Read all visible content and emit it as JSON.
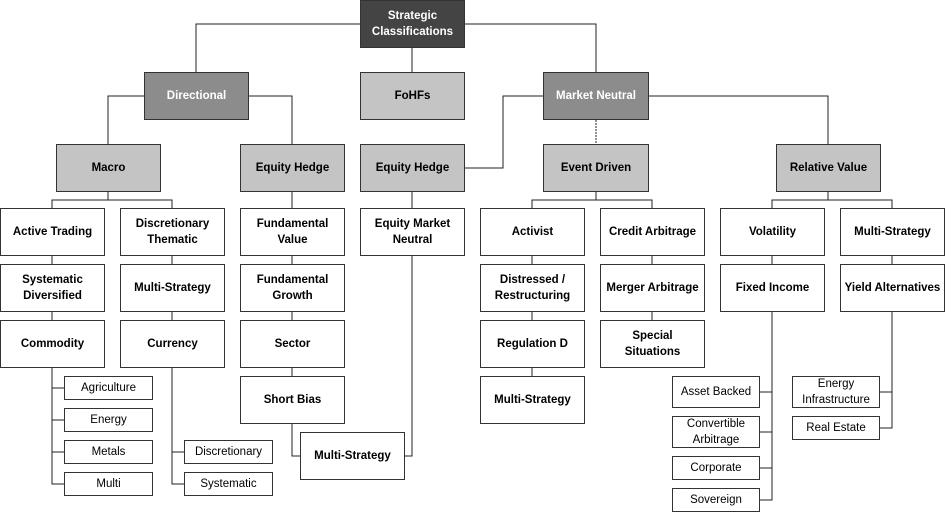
{
  "root": {
    "label": "Strategic Classifications"
  },
  "level1": {
    "directional": "Directional",
    "fohfs": "FoHFs",
    "market_neutral": "Market Neutral"
  },
  "level2": {
    "macro": "Macro",
    "equity_hedge_dir": "Equity Hedge",
    "equity_hedge_mn": "Equity Hedge",
    "event_driven": "Event Driven",
    "relative_value": "Relative Value"
  },
  "macro_strategies": {
    "active_trading": "Active Trading",
    "systematic_diversified": "Systematic Diversified",
    "commodity": "Commodity",
    "discretionary_thematic": "Discretionary Thematic",
    "multi_strategy": "Multi-Strategy",
    "currency": "Currency"
  },
  "commodity_subs": [
    "Agriculture",
    "Energy",
    "Metals",
    "Multi"
  ],
  "currency_subs": [
    "Discretionary",
    "Systematic"
  ],
  "equity_hedge_strategies": {
    "fundamental_value": "Fundamental Value",
    "fundamental_growth": "Fundamental Growth",
    "sector": "Sector",
    "short_bias": "Short Bias",
    "multi_strategy": "Multi-Strategy",
    "equity_market_neutral": "Equity Market Neutral"
  },
  "event_driven_strategies": {
    "activist": "Activist",
    "distressed": "Distressed / Restructuring",
    "regulation_d": "Regulation  D",
    "multi_strategy": "Multi-Strategy",
    "credit_arbitrage": "Credit Arbitrage",
    "merger_arbitrage": "Merger Arbitrage",
    "special_situations": "Special Situations"
  },
  "relative_value_strategies": {
    "volatility": "Volatility",
    "fixed_income": "Fixed Income",
    "multi_strategy": "Multi-Strategy",
    "yield_alternatives": "Yield Alternatives"
  },
  "fixed_income_subs": [
    "Asset Backed",
    "Convertible Arbitrage",
    "Corporate",
    "Sovereign"
  ],
  "yield_alt_subs": [
    "Energy Infrastructure",
    "Real Estate"
  ]
}
